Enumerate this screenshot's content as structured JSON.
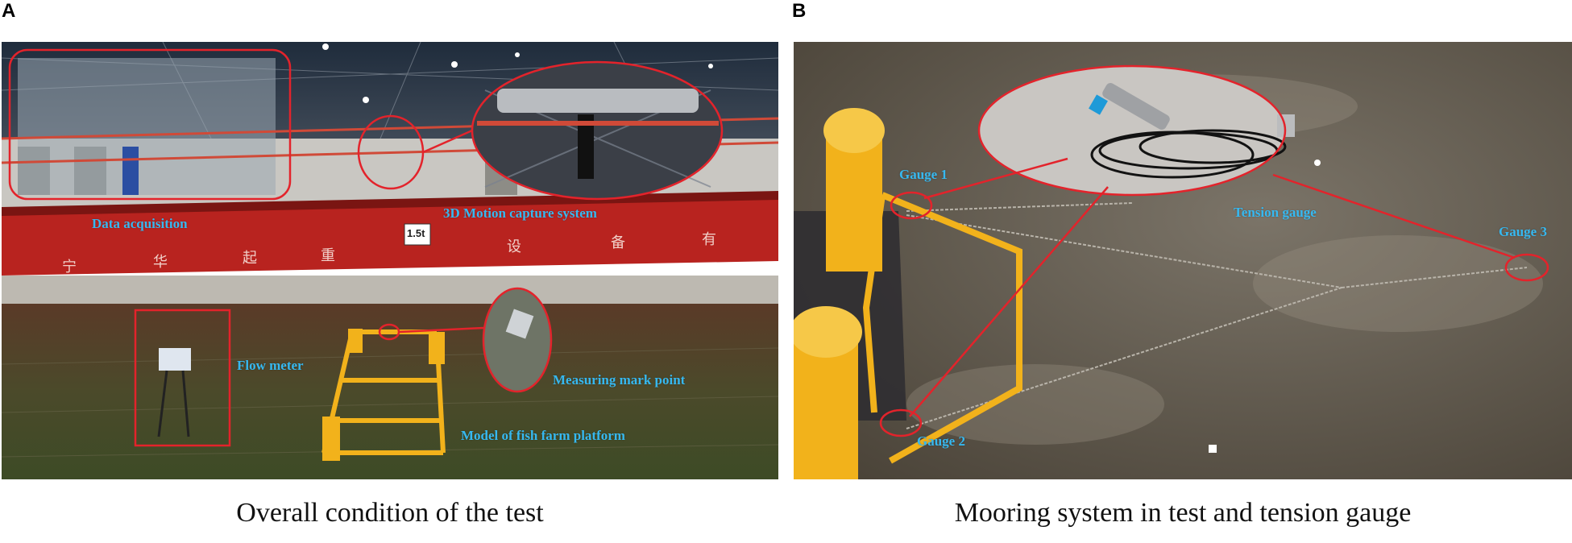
{
  "panels": [
    {
      "letter": "A",
      "caption": "Overall condition of the test",
      "labels": {
        "data_acquisition": "Data acquisition",
        "motion_capture": "3D Motion capture system",
        "flow_meter": "Flow meter",
        "mark_point": "Measuring mark point",
        "platform_model": "Model of fish farm platform",
        "crane_rating": "1.5t"
      },
      "crane_chars": [
        "宁",
        "华",
        "起",
        "重",
        "设",
        "备",
        "有"
      ]
    },
    {
      "letter": "B",
      "caption": "Mooring system in test and tension gauge",
      "labels": {
        "gauge1": "Gauge 1",
        "gauge2": "Gauge 2",
        "gauge3": "Gauge 3",
        "tension_gauge": "Tension gauge"
      }
    }
  ],
  "colors": {
    "highlight_red": "#e3232b",
    "label_blue": "#36b8f0",
    "crane_red": "#b8231f",
    "platform_yellow": "#f2b21b"
  }
}
